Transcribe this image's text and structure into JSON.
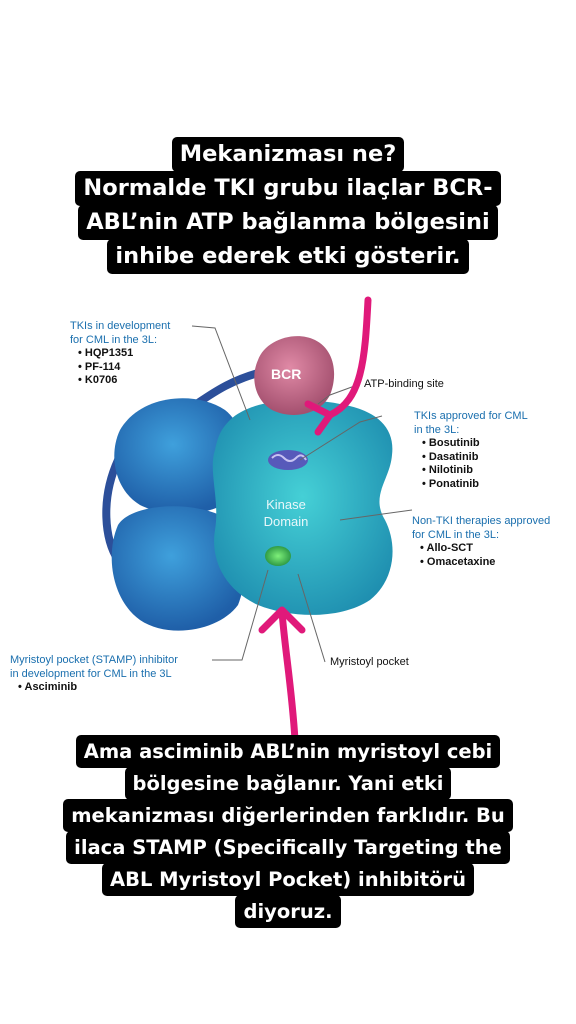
{
  "top_caption": {
    "lines": [
      "Mekanizması ne?",
      "Normalde TKI grubu ilaçlar BCR-",
      "ABL’nin ATP bağlanma bölgesini",
      "inhibe ederek etki gösterir."
    ]
  },
  "bottom_caption": {
    "lines": [
      "Ama asciminib ABL’nin myristoyl cebi",
      "bölgesine bağlanır. Yani etki",
      "mekanizması diğerlerinden farklıdır. Bu",
      "ilaca STAMP (Specifically Targeting the",
      "ABL Myristoyl Pocket) inhibitörü",
      "diyoruz."
    ]
  },
  "diagram": {
    "bcr_label": "BCR",
    "kinase_label_1": "Kinase",
    "kinase_label_2": "Domain",
    "tkis_in_development": {
      "title_1": "TKIs in development",
      "title_2": "for CML in the 3L:",
      "items": [
        "HQP1351",
        "PF-114",
        "K0706"
      ]
    },
    "atp_binding_site": "ATP-binding site",
    "tkis_approved": {
      "title_1": "TKIs approved for CML",
      "title_2": "in the 3L:",
      "items": [
        "Bosutinib",
        "Dasatinib",
        "Nilotinib",
        "Ponatinib"
      ]
    },
    "non_tki": {
      "title_1": "Non-TKI therapies approved",
      "title_2": "for CML in the 3L:",
      "items": [
        "Allo-SCT",
        "Omacetaxine"
      ]
    },
    "myristoyl_pocket": "Myristoyl pocket",
    "stamp": {
      "title_1": "Myristoyl pocket (STAMP) inhibitor",
      "title_2": "in development for CML in the 3L",
      "items": [
        "Asciminib"
      ]
    },
    "colors": {
      "label_blue": "#1a6fae",
      "arrow_pink": "#e0197a",
      "protein_cyan": "#2bb7c8",
      "protein_blue": "#2a7fc2",
      "bcr_pink": "#c66a86"
    }
  }
}
